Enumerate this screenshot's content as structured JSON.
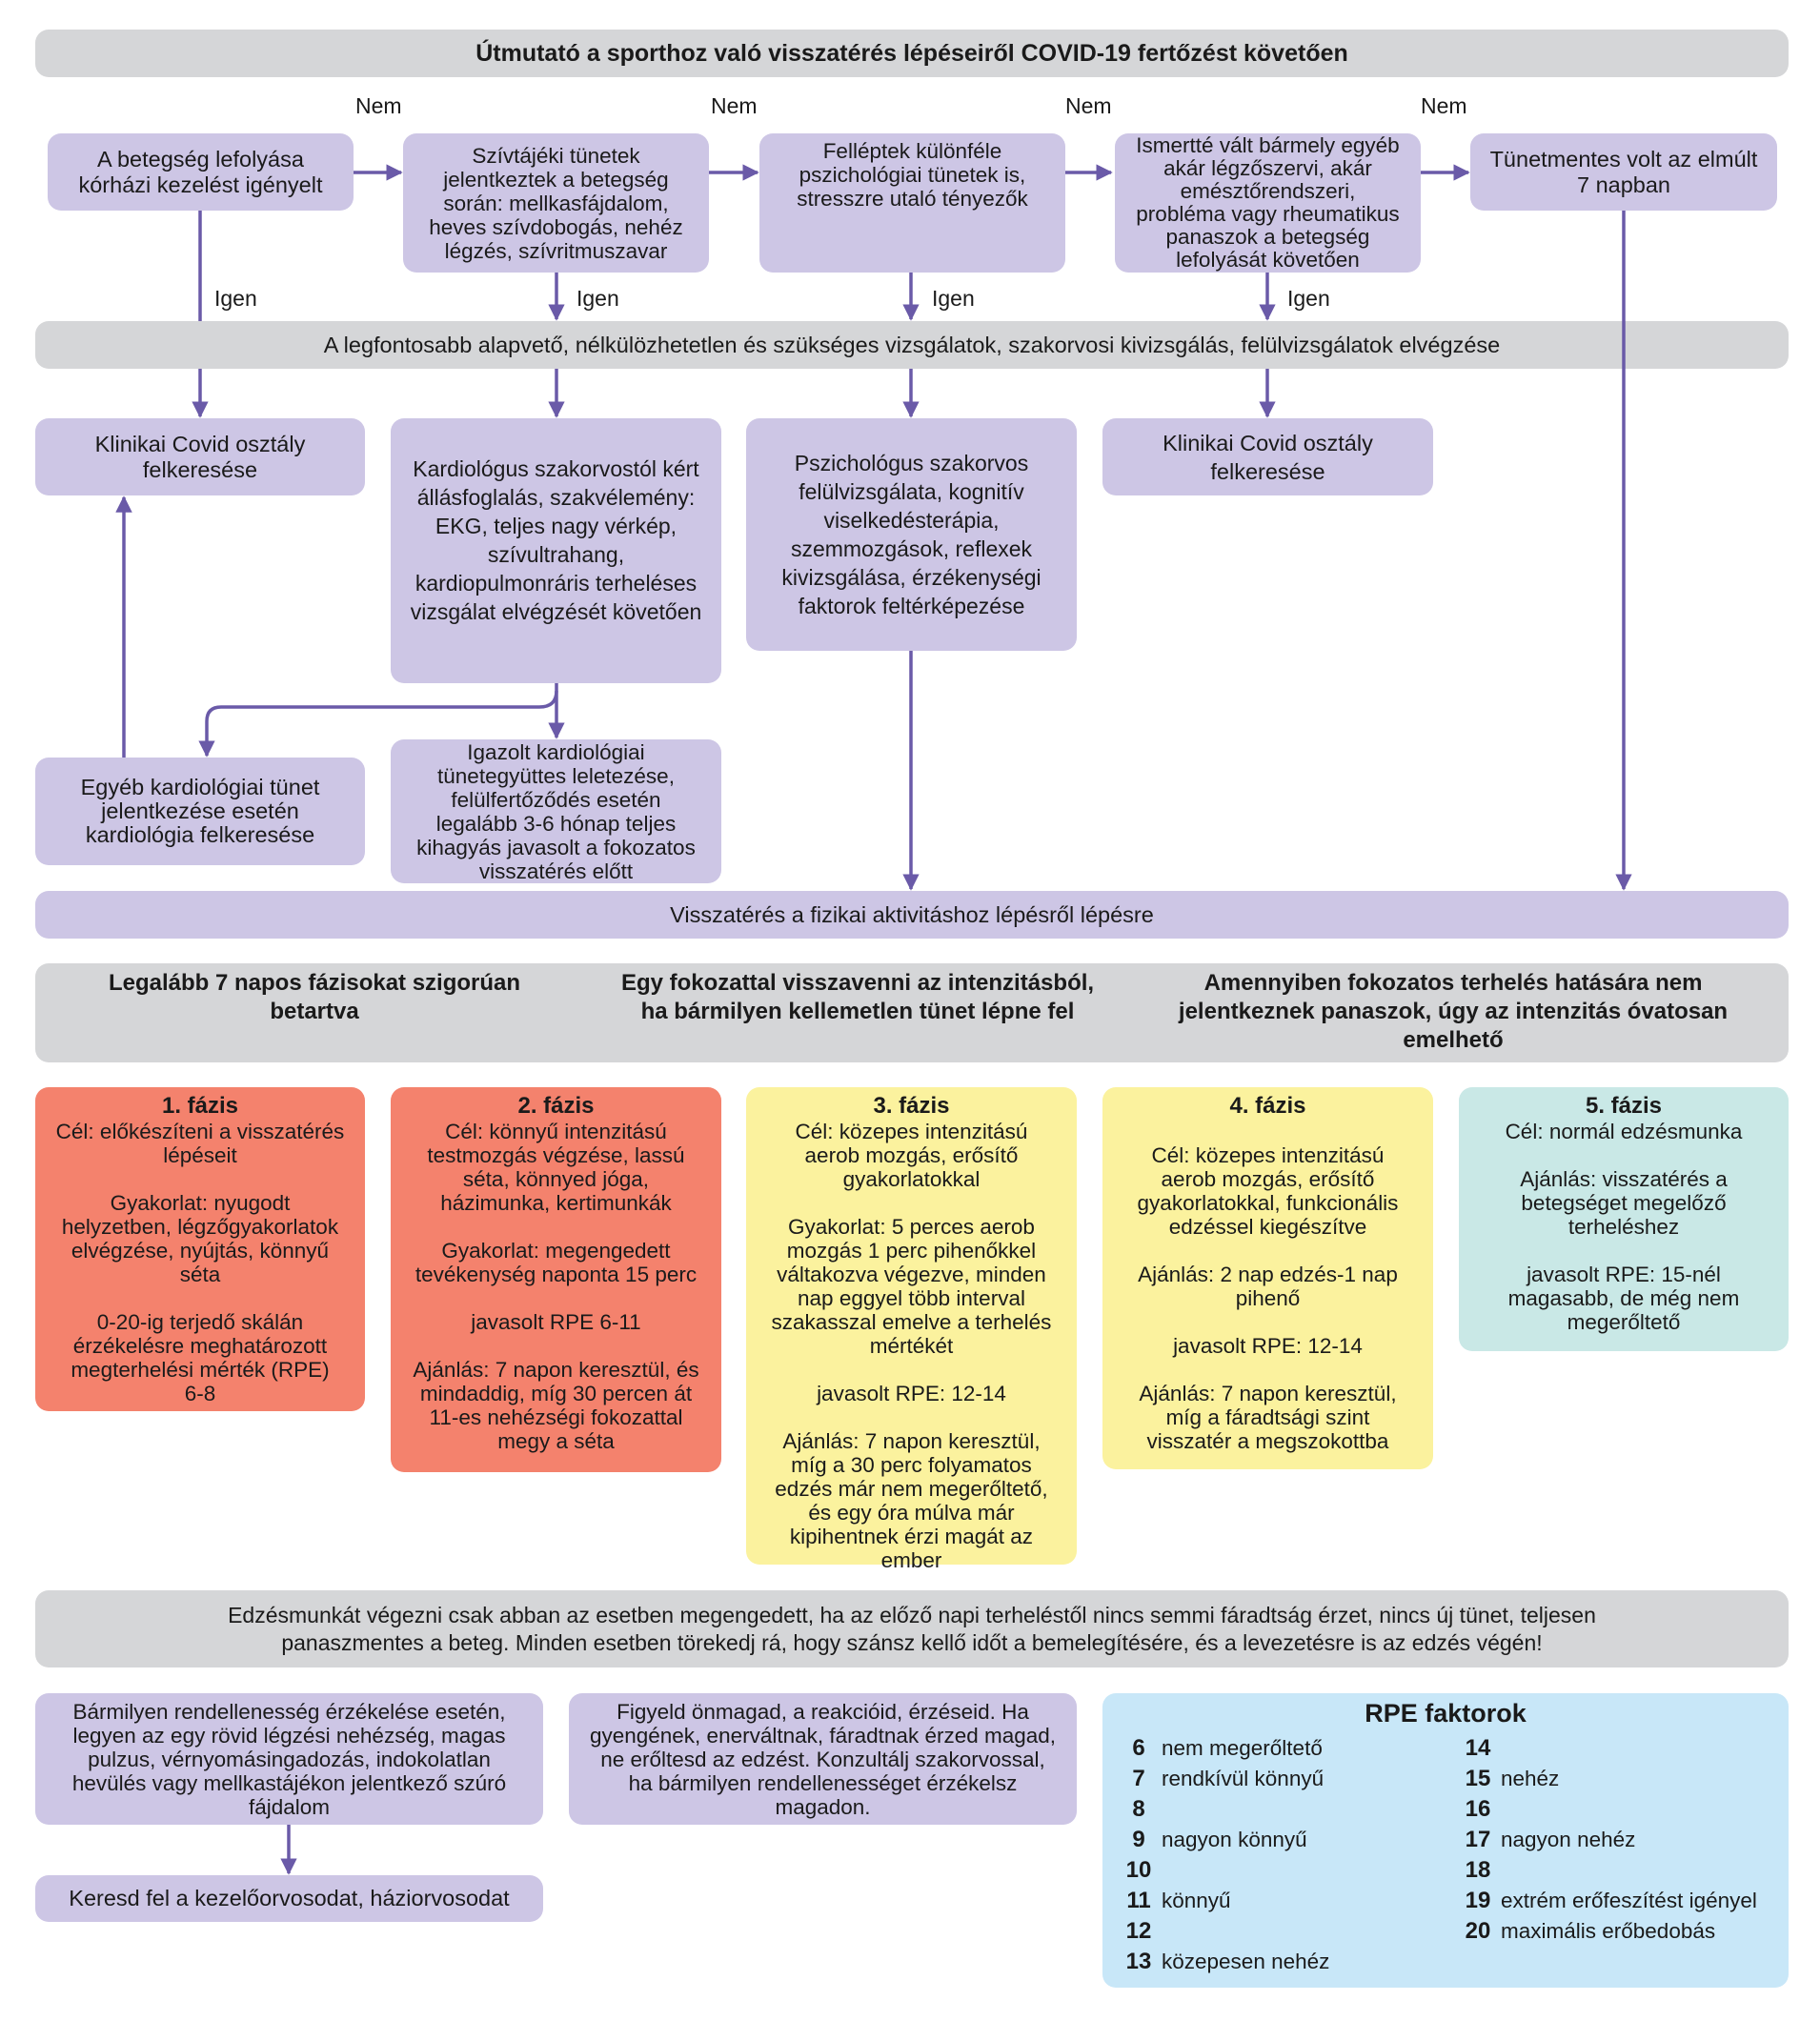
{
  "title": "Útmutató a sporthoz való visszatérés lépéseiről COVID-19 fertőzést követően",
  "labels": {
    "no": "Nem",
    "yes": "Igen"
  },
  "decisions": [
    {
      "text": "A betegség lefolyása\nkórházi kezelést igényelt"
    },
    {
      "text": "Szívtájéki tünetek\njelentkeztek a betegség\nsorán: mellkasfájdalom,\nheves szívdobogás, nehéz\nlégzés, szívritmuszavar"
    },
    {
      "text": "Felléptek különféle\npszichológiai tünetek is,\nstresszre utaló tényezők"
    },
    {
      "text": "Ismertté vált bármely egyéb\nakár légzőszervi, akár\nemésztőrendszeri,\nprobléma vagy rheumatikus\npanaszok a betegség\nlefolyását követően"
    },
    {
      "text": "Tünetmentes volt az elmúlt\n7 napban"
    }
  ],
  "exams_bar": "A legfontosabb alapvető, nélkülözhetetlen és szükséges vizsgálatok, szakorvosi kivizsgálás, felülvizsgálatok elvégzése",
  "actions": {
    "covid_ward_1": "Klinikai Covid osztály\nfelkeresése",
    "cardiology": "Kardiológus szakorvostól kért\nállásfoglalás, szakvélemény:\nEKG, teljes nagy vérkép,\nszívultrahang,\nkardiopulmonráris terheléses\nvizsgálat elvégzését követően",
    "psychology": "Pszichológus szakorvos\nfelülvizsgálata, kognitív\nviselkedésterápia,\nszemmozgások, reflexek\nkivizsgálása, érzékenységi\nfaktorok feltérképezése",
    "covid_ward_2": "Klinikai Covid osztály\nfelkeresése",
    "other_cardiac": "Egyéb kardiológiai tünet\njelentkezése esetén\nkardiológia felkeresése",
    "confirmed_cardiac": "Igazolt kardiológiai\ntünetegyüttes leletezése,\nfelülfertőződés esetén\nlegalább 3-6 hónap teljes\nkihagyás javasolt a fokozatos\nvisszatérés előtt"
  },
  "return_bar": "Visszatérés a fizikai aktivitáshoz lépésről lépésre",
  "principles": [
    "Legalább 7 napos fázisokat szigorúan\nbetartva",
    "Egy fokozattal visszavenni az intenzitásból,\nha bármilyen kellemetlen tünet lépne fel",
    "Amennyiben fokozatos terhelés hatására nem\njelentkeznek panaszok, úgy az intenzitás óvatosan\nemelhető"
  ],
  "phases": [
    {
      "title": "1. fázis",
      "color": "#f4826d",
      "body": "Cél: előkészíteni a visszatérés\nlépéseit\n\nGyakorlat: nyugodt\nhelyzetben, légzőgyakorlatok\nelvégzése, nyújtás, könnyű\nséta\n\n0-20-ig terjedő skálán\nérzékelésre meghatározott\nmegterhelési mérték (RPE)\n6-8"
    },
    {
      "title": "2. fázis",
      "color": "#f4826d",
      "body": "Cél: könnyű intenzitású\ntestmozgás végzése, lassú\nséta, könnyed jóga,\nházimunka, kertimunkák\n\nGyakorlat: megengedett\ntevékenység naponta 15 perc\n\njavasolt RPE 6-11\n\nAjánlás: 7 napon keresztül, és\nmindaddig, míg 30 percen át\n11-es nehézségi fokozattal\nmegy a séta"
    },
    {
      "title": "3. fázis",
      "color": "#fbf29e",
      "body": "Cél: közepes intenzitású\naerob mozgás, erősítő\ngyakorlatokkal\n\nGyakorlat: 5 perces aerob\nmozgás 1 perc pihenőkkel\nváltakozva végezve, minden\nnap eggyel több interval\nszakasszal emelve a terhelés\nmértékét\n\njavasolt RPE: 12-14\n\nAjánlás: 7 napon keresztül,\nmíg a 30 perc folyamatos\nedzés már nem megerőltető,\nés egy óra múlva már\nkipihentnek érzi magát az\nember"
    },
    {
      "title": "4. fázis",
      "color": "#fbf29e",
      "body": "\nCél: közepes intenzitású\naerob mozgás, erősítő\ngyakorlatokkal, funkcionális\nedzéssel kiegészítve\n\nAjánlás: 2 nap edzés-1 nap\npihenő\n\njavasolt RPE: 12-14\n\nAjánlás: 7 napon keresztül,\nmíg a fáradtsági szint\nvisszatér a megszokottba"
    },
    {
      "title": "5. fázis",
      "color": "#c9e8e6",
      "body": "Cél: normál edzésmunka\n\nAjánlás: visszatérés a\nbetegséget megelőző\nterheléshez\n\njavasolt RPE: 15-nél\nmagasabb, de még nem\nmegerőltető"
    }
  ],
  "rule_bar": "Edzésmunkát végezni csak abban az esetben megengedett, ha az előző napi terheléstől nincs semmi fáradtság érzet, nincs új tünet, teljesen\npanaszmentes a beteg. Minden esetben törekedj rá, hogy szánsz kellő időt a bemelegítésére, és a levezetésre is az edzés végén!",
  "warning_box": "Bármilyen rendellenesség érzékelése esetén,\nlegyen az egy rövid légzési nehézség, magas\npulzus, vérnyomásingadozás, indokolatlan\nhevülés vagy mellkastájékon jelentkező szúró\nfájdalom",
  "self_monitor_box": "Figyeld önmagad, a reakcióid, érzéseid. Ha\ngyengének, enerváltnak, fáradtnak érzed magad,\nne erőltesd az edzést. Konzultálj szakorvossal,\nha bármilyen rendellenességet érzékelsz\nmagadon.",
  "doctor_box": "Keresd fel a kezelőorvosodat, háziorvosodat",
  "rpe": {
    "title": "RPE faktorok",
    "left": [
      {
        "n": "6",
        "label": "nem megerőltető"
      },
      {
        "n": "7",
        "label": "rendkívül könnyű"
      },
      {
        "n": "8",
        "label": ""
      },
      {
        "n": "9",
        "label": "nagyon könnyű"
      },
      {
        "n": "10",
        "label": ""
      },
      {
        "n": "11",
        "label": "könnyű"
      },
      {
        "n": "12",
        "label": ""
      },
      {
        "n": "13",
        "label": "közepesen nehéz"
      }
    ],
    "right": [
      {
        "n": "14",
        "label": ""
      },
      {
        "n": "15",
        "label": "nehéz"
      },
      {
        "n": "16",
        "label": ""
      },
      {
        "n": "17",
        "label": "nagyon nehéz"
      },
      {
        "n": "18",
        "label": ""
      },
      {
        "n": "19",
        "label": "extrém erőfeszítést igényel"
      },
      {
        "n": "20",
        "label": "maximális erőbedobás"
      }
    ]
  },
  "colors": {
    "connector": "#6a5aa8",
    "lavender": "#cdc6e5",
    "gray": "#d5d6d8",
    "salmon": "#f4826d",
    "yellow": "#fbf29e",
    "teal": "#c9e8e6",
    "rpe_blue": "#c8e7f8"
  }
}
